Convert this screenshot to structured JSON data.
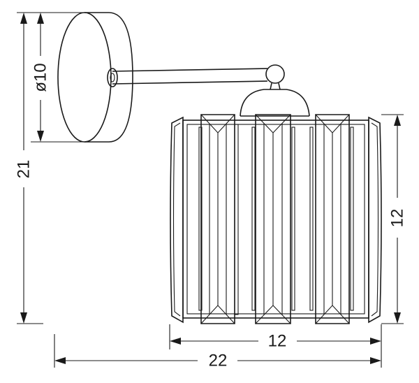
{
  "dimensions": {
    "height_total": "21",
    "base_diameter": "ø10",
    "shade_height": "12",
    "shade_width": "12",
    "width_total": "22"
  },
  "colors": {
    "line": "#1a1a1a",
    "background": "#ffffff"
  }
}
